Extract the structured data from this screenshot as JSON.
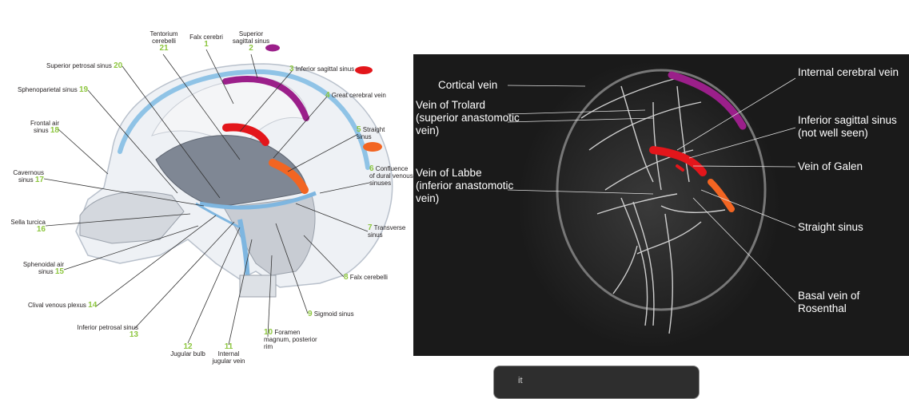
{
  "anatomy_panel": {
    "labels": [
      {
        "num": "1",
        "text": "Falx cerebri"
      },
      {
        "num": "2",
        "text": "Superior sagittal sinus"
      },
      {
        "num": "3",
        "text": "Inferior sagittal sinus"
      },
      {
        "num": "4",
        "text": "Great cerebral vein"
      },
      {
        "num": "5",
        "text": "Straight sinus"
      },
      {
        "num": "6",
        "text": "Confluence of dural venous sinuses"
      },
      {
        "num": "7",
        "text": "Transverse sinus"
      },
      {
        "num": "8",
        "text": "Falx cerebelli"
      },
      {
        "num": "9",
        "text": "Sigmoid sinus"
      },
      {
        "num": "10",
        "text": "Foramen magnum, posterior rim"
      },
      {
        "num": "11",
        "text": "Internal jugular vein"
      },
      {
        "num": "12",
        "text": "Jugular bulb"
      },
      {
        "num": "13",
        "text": "Inferior petrosal sinus"
      },
      {
        "num": "14",
        "text": "Clival venous plexus"
      },
      {
        "num": "15",
        "text": "Sphenoidal air sinus"
      },
      {
        "num": "16",
        "text": "Sella turcica"
      },
      {
        "num": "17",
        "text": "Cavernous sinus"
      },
      {
        "num": "18",
        "text": "Frontal air sinus"
      },
      {
        "num": "19",
        "text": "Sphenoparietal sinus"
      },
      {
        "num": "20",
        "text": "Superior petrosal sinus"
      },
      {
        "num": "21",
        "text": "Tentorium cerebelli"
      }
    ]
  },
  "mra_panel": {
    "labels": [
      {
        "text": "Cortical vein"
      },
      {
        "text": "Vein of Trolard (superior anastomotic vein)"
      },
      {
        "text": "Vein of Labbe (inferior anastomotic vein)"
      },
      {
        "text": "Internal cerebral vein"
      },
      {
        "text": "Inferior sagittal sinus (not well seen)"
      },
      {
        "text": "Vein of Galen"
      },
      {
        "text": "Straight sinus"
      },
      {
        "text": "Basal vein of Rosenthal"
      }
    ]
  },
  "annotation_colors": {
    "purple": "#9b1f8a",
    "red": "#e3161b",
    "orange": "#f26522"
  },
  "card": {
    "text": "it"
  }
}
